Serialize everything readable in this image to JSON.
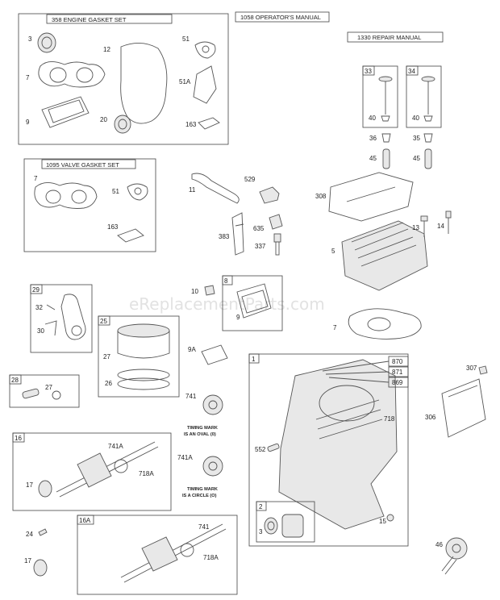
{
  "watermark": "eReplacementParts.com",
  "boxes": {
    "engine_gasket_set": "358 ENGINE GASKET SET",
    "operators_manual": "1058 OPERATOR'S MANUAL",
    "repair_manual": "1330 REPAIR MANUAL",
    "valve_gasket_set": "1095 VALVE GASKET SET",
    "box_29": "29",
    "box_8": "8",
    "box_25": "25",
    "box_28": "28",
    "box_1": "1",
    "box_16": "16",
    "box_16a": "16A",
    "box_2": "2",
    "box_33": "33",
    "box_34": "34"
  },
  "labels": {
    "p3_top": "3",
    "p12": "12",
    "p51_top": "51",
    "p7_top": "7",
    "p51a": "51A",
    "p9_top": "9",
    "p20": "20",
    "p163_top": "163",
    "p40_a": "40",
    "p36": "36",
    "p45_a": "45",
    "p40_b": "40",
    "p35": "35",
    "p45_b": "45",
    "p7_valve": "7",
    "p51_valve": "51",
    "p163_valve": "163",
    "p11": "11",
    "p529": "529",
    "p308": "308",
    "p635": "635",
    "p383": "383",
    "p337": "337",
    "p13": "13",
    "p14": "14",
    "p5": "5",
    "p32": "32",
    "p30": "30",
    "p10": "10",
    "p9_b": "9",
    "p7_mid": "7",
    "p27_a": "27",
    "p26": "26",
    "p9a": "9A",
    "p27_b": "27",
    "p870": "870",
    "p871": "871",
    "p869": "869",
    "p307": "307",
    "p741_a": "741",
    "p718": "718",
    "p306": "306",
    "p552": "552",
    "p741a_a": "741A",
    "p718a_a": "718A",
    "p17_a": "17",
    "p741a_b": "741A",
    "p3_bot": "3",
    "p15": "15",
    "p24": "24",
    "p741_b": "741",
    "p718a_b": "718A",
    "p17_b": "17",
    "p46": "46"
  },
  "notes": {
    "oval_1": "TIMING MARK",
    "oval_2": "IS AN OVAL (0)",
    "circle_1": "TIMING MARK",
    "circle_2": "IS A CIRCLE (O)"
  }
}
